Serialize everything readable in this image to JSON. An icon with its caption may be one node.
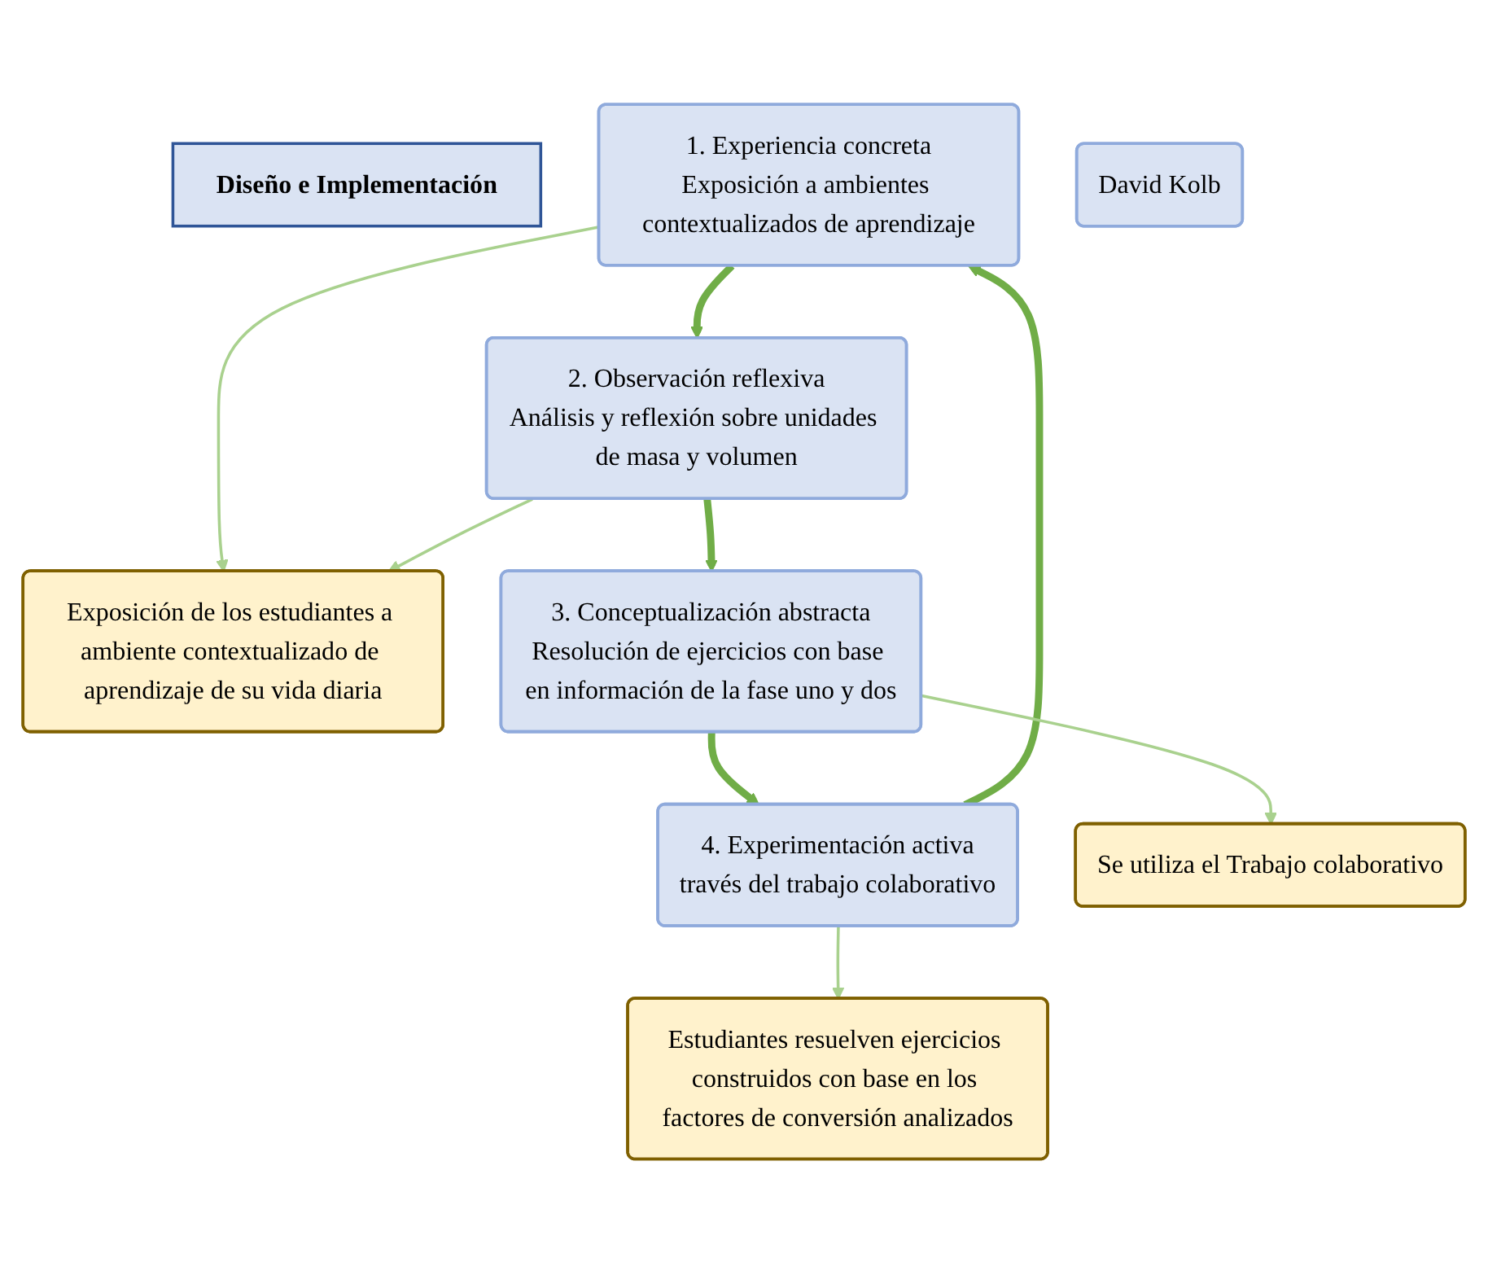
{
  "diagram": {
    "nodes": [
      {
        "text": [
          "Diseño e Implementación"
        ]
      },
      {
        "text": [
          "1. Experiencia concreta",
          "Exposición a ambientes contextualizados de aprendizaje"
        ]
      },
      {
        "text": [
          "Exposición de los estudiantes a ambiente contextualizado de aprendizaje de su vida diaria"
        ]
      },
      {
        "text": [
          "4. Experimentación activa",
          "través del trabajo colaborativo"
        ]
      },
      {
        "text": [
          "David Kolb"
        ]
      },
      {
        "text": [
          "2. Observación reflexiva",
          "Análisis y reflexión sobre unidades de masa y volumen"
        ]
      },
      {
        "text": [
          "Estudiantes resuelven ejercicios construidos con base en los factores de conversión analizados"
        ]
      },
      {
        "text": [
          "3. Conceptualización abstracta",
          "Resolución de ejercicios con base en información de la fase uno y dos"
        ]
      },
      {
        "text": [
          "Se utiliza el Trabajo colaborativo"
        ]
      }
    ],
    "edges": [
      {
        "from": 1,
        "to": 2,
        "arrow": "to"
      },
      {
        "from": 5,
        "to": 2,
        "arrow": "to"
      },
      {
        "from": 1,
        "to": 5,
        "arrow": "to",
        "style": "thick",
        "color": "#70ad47"
      },
      {
        "from": 5,
        "to": 7,
        "arrow": "to",
        "style": "thick",
        "color": "#70ad47"
      },
      {
        "from": 7,
        "to": 3,
        "arrow": "to",
        "style": "thick",
        "color": "#70ad47"
      },
      {
        "from": 3,
        "to": 1,
        "arrow": "to",
        "style": "thick",
        "color": "#70ad47"
      },
      {
        "from": 3,
        "to": 6,
        "arrow": "to"
      },
      {
        "from": 7,
        "to": 8,
        "arrow": "to"
      }
    ]
  }
}
